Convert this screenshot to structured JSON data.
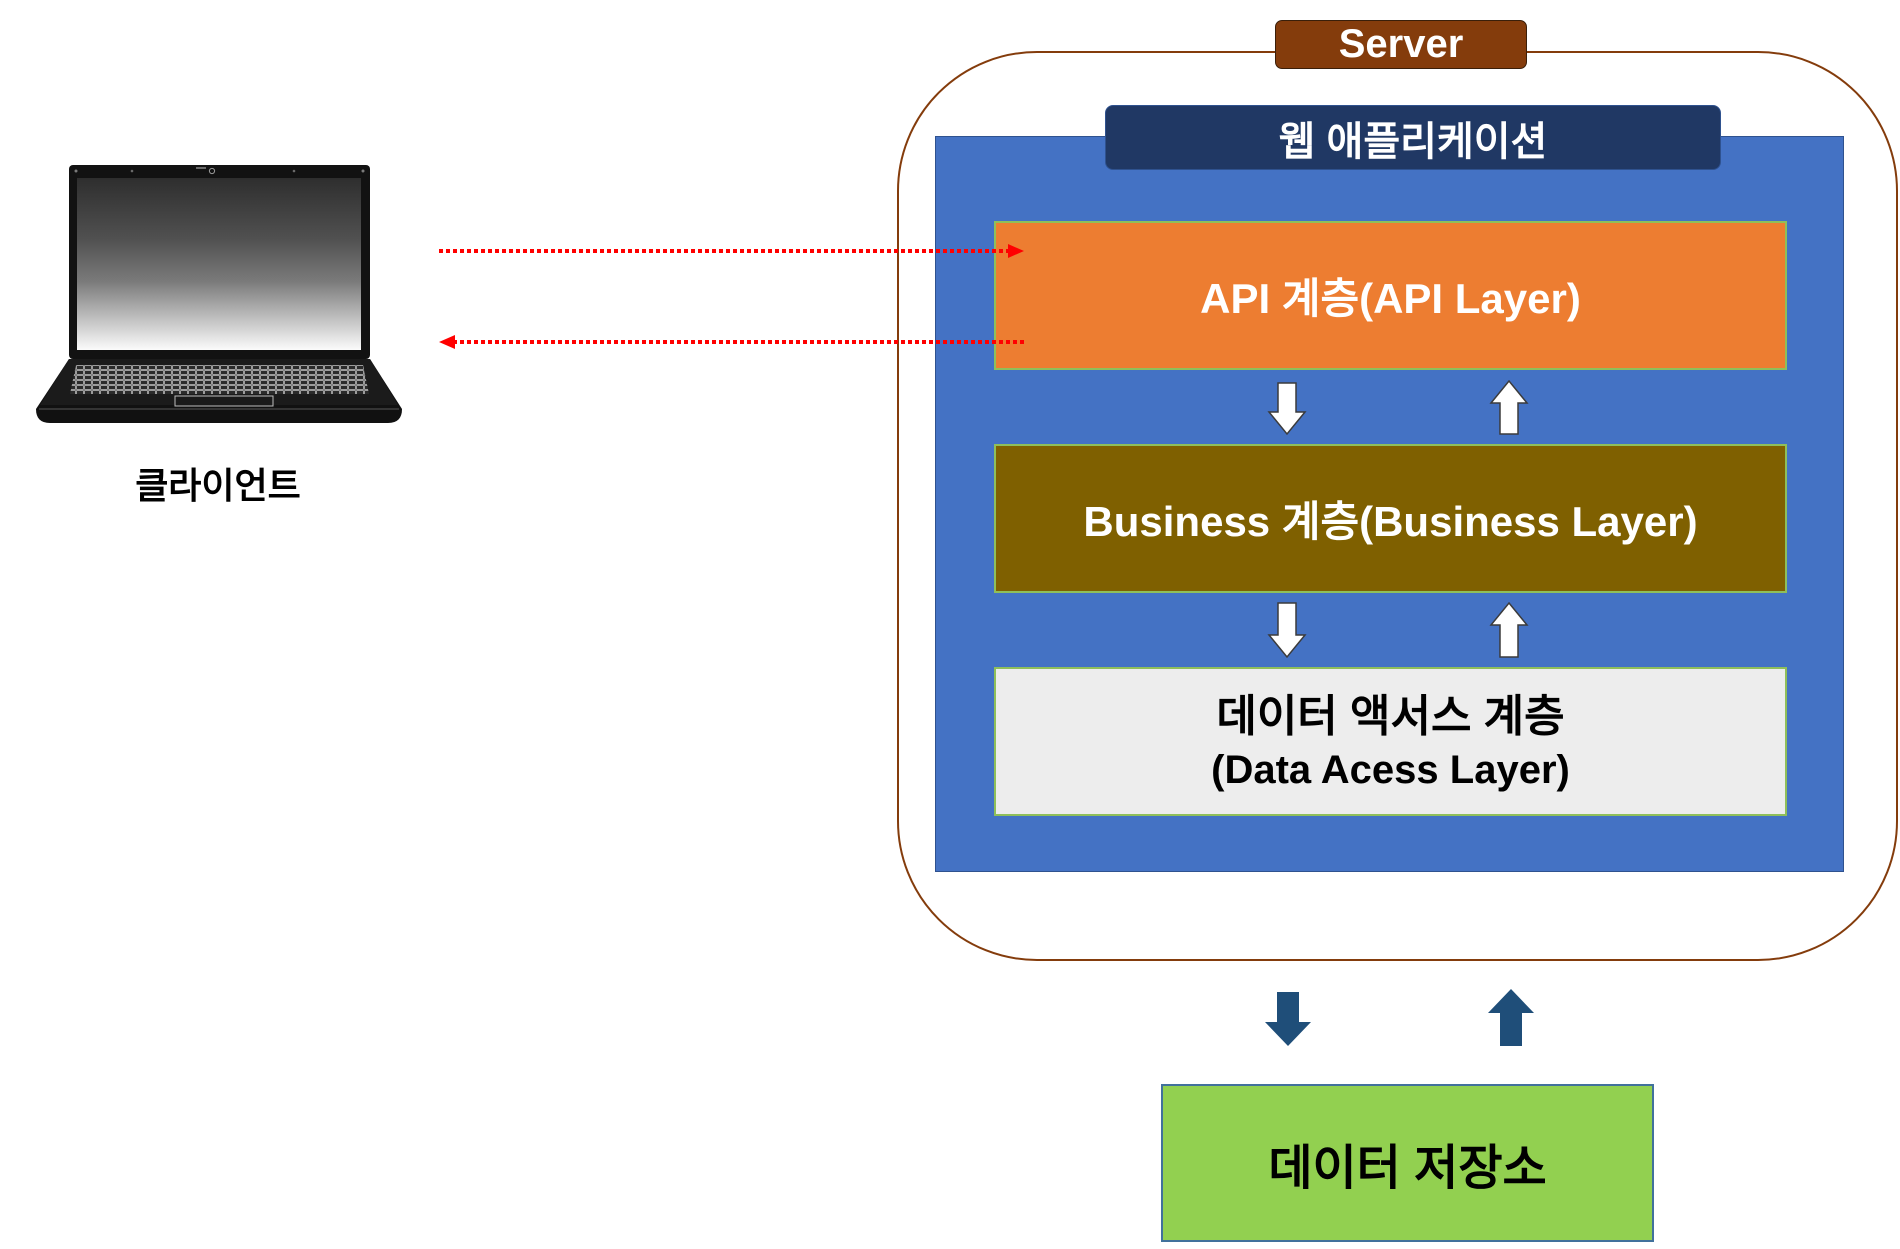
{
  "client": {
    "label": "클라이언트",
    "icon": "laptop-icon"
  },
  "server": {
    "label": "Server"
  },
  "web_app": {
    "label": "웹 애플리케이션"
  },
  "layers": {
    "api": {
      "label": "API 계층(API Layer)"
    },
    "business": {
      "label": "Business 계층(Business Layer)"
    },
    "data_access": {
      "label_line1": "데이터 액서스 계층",
      "label_line2": "(Data Acess Layer)"
    }
  },
  "data_store": {
    "label": "데이터 저장소"
  },
  "connectors": {
    "client_request": {
      "icon": "dotted-arrow-right-icon",
      "color": "#FF0000"
    },
    "client_response": {
      "icon": "dotted-arrow-left-icon",
      "color": "#FF0000"
    },
    "layer_flow": {
      "icons": [
        "arrow-down-icon",
        "arrow-up-icon"
      ],
      "color": "#FFFFFF"
    },
    "storage_flow": {
      "icons": [
        "arrow-down-icon",
        "arrow-up-icon"
      ],
      "color": "#1F4E79"
    }
  },
  "colors": {
    "server_border": "#843C0C",
    "server_label_bg": "#843C0C",
    "web_app_bg": "#4472C4",
    "web_app_label_bg": "#203864",
    "api_layer_bg": "#ED7D31",
    "business_layer_bg": "#7F6000",
    "data_access_layer_bg": "#EDEDED",
    "data_store_bg": "#92D050"
  }
}
